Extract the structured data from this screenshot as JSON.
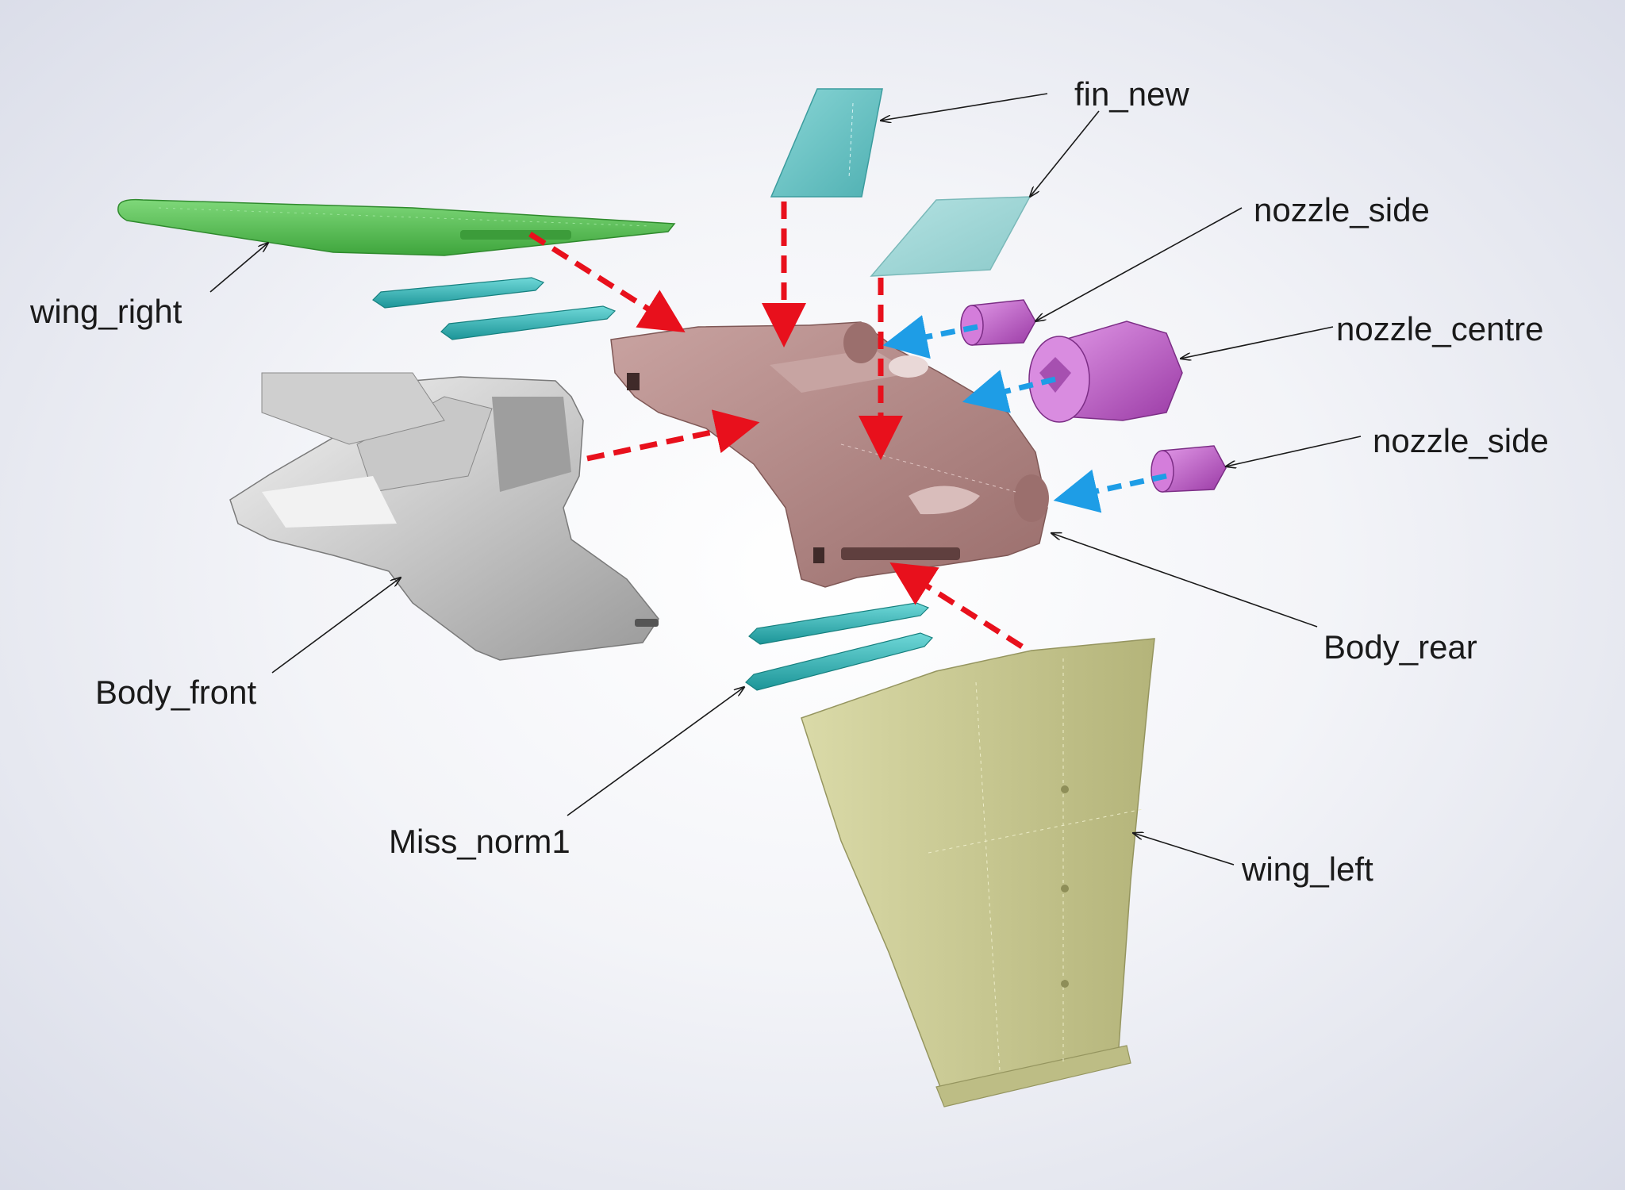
{
  "labels": {
    "fin_new": "fin_new",
    "nozzle_side_top": "nozzle_side",
    "nozzle_centre": "nozzle_centre",
    "nozzle_side_bottom": "nozzle_side",
    "wing_right": "wing_right",
    "body_front": "Body_front",
    "body_rear": "Body_rear",
    "miss_norm1": "Miss_norm1",
    "wing_left": "wing_left"
  },
  "colors": {
    "wing_right": "#5cc45a",
    "fin": "#6cc6c8",
    "missile": "#2fb5b8",
    "body_rear": "#b48a88",
    "body_front": "#b8b8b8",
    "nozzle": "#c25ccc",
    "wing_left": "#cfcf98",
    "assembly_arrow_red": "#e8101c",
    "assembly_arrow_blue": "#1e9de6"
  }
}
